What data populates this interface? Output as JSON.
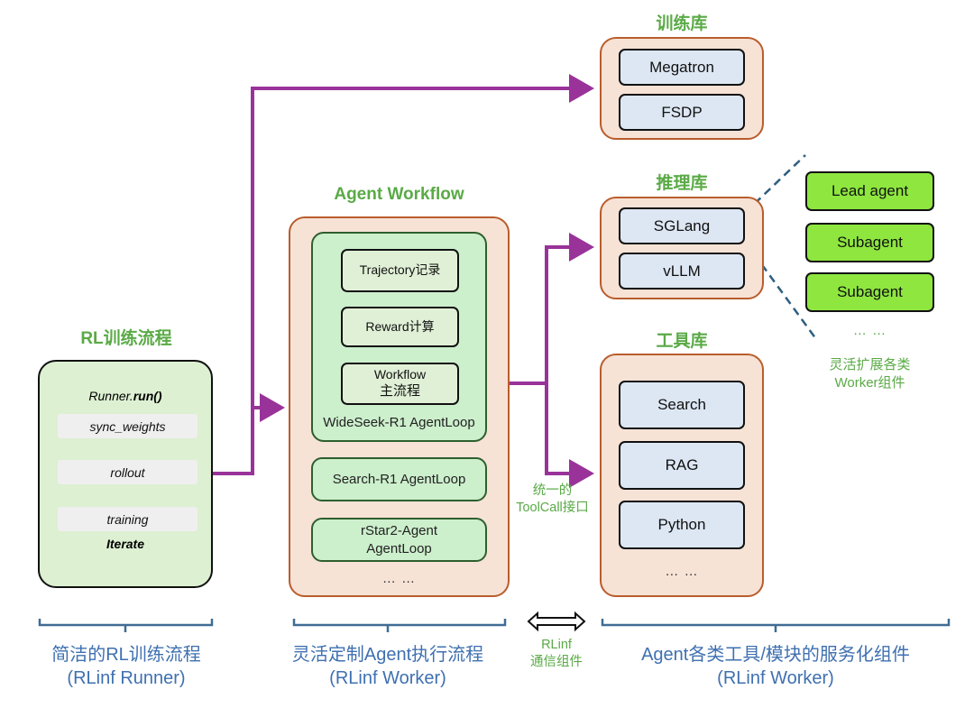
{
  "colors": {
    "connector": "#993399",
    "title_green": "#5aaa46",
    "bottom_blue": "#3f70b0",
    "peach_fill": "#f7e2d6",
    "peach_border": "#b95d2c",
    "lib_item_fill": "#dde7f3",
    "worker_fill": "#8ee63f",
    "dashed_line": "#2e5f80"
  },
  "rl_training": {
    "title": "RL训练流程",
    "runner_call_prefix": "Runner.",
    "runner_call_method": "run()",
    "steps": [
      "sync_weights",
      "rollout",
      "training"
    ],
    "loop_label": "Iterate"
  },
  "agent_workflow": {
    "title": "Agent Workflow",
    "wideseek": {
      "stages": [
        "Trajectory记录",
        "Reward计算",
        "Workflow",
        "主流程"
      ],
      "label": "WideSeek-R1 AgentLoop"
    },
    "other_loops": [
      "Search-R1 AgentLoop",
      "rStar2-Agent",
      "AgentLoop"
    ],
    "ellipsis": "… …"
  },
  "training_lib": {
    "title": "训练库",
    "items": [
      "Megatron",
      "FSDP"
    ]
  },
  "inference_lib": {
    "title": "推理库",
    "items": [
      "SGLang",
      "vLLM"
    ]
  },
  "tool_lib": {
    "title": "工具库",
    "items": [
      "Search",
      "RAG",
      "Python"
    ],
    "ellipsis": "… …"
  },
  "workers": {
    "items": [
      "Lead agent",
      "Subagent",
      "Subagent"
    ],
    "ellipsis": "… …",
    "caption": [
      "灵活扩展各类",
      "Worker组件"
    ]
  },
  "toolcall_label": [
    "统一的",
    "ToolCall接口"
  ],
  "comm_label": [
    "RLinf",
    "通信组件"
  ],
  "bottom": {
    "left": [
      "简洁的RL训练流程",
      "(RLinf Runner)"
    ],
    "middle": [
      "灵活定制Agent执行流程",
      "(RLinf Worker)"
    ],
    "right": [
      "Agent各类工具/模块的服务化组件",
      "(RLinf Worker)"
    ]
  }
}
